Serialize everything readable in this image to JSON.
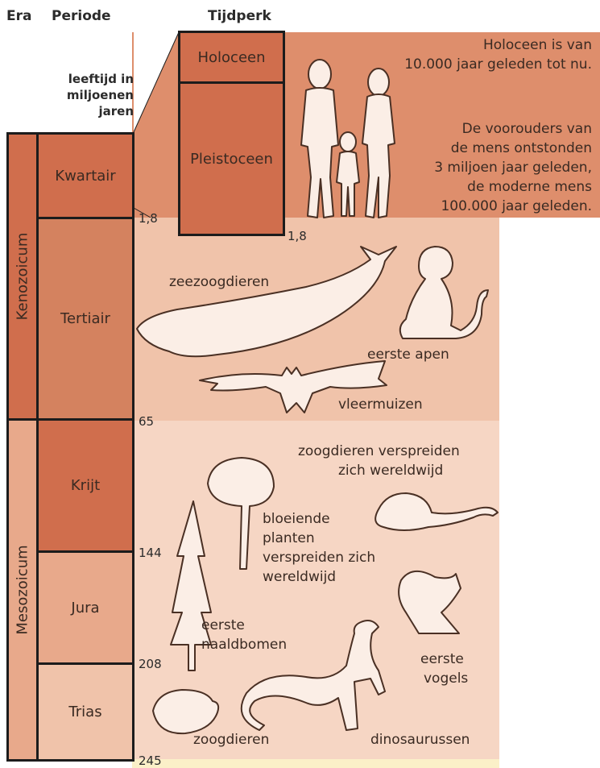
{
  "headers": {
    "era": "Era",
    "periode": "Periode",
    "tijdperk": "Tijdperk",
    "age_unit": "leeftijd in miljoenen jaren"
  },
  "eras": {
    "kenozoicum": "Kenozoicum",
    "mesozoicum": "Mesozoicum"
  },
  "periods": {
    "kwartair": "Kwartair",
    "tertiair": "Tertiair",
    "krijt": "Krijt",
    "jura": "Jura",
    "trias": "Trias"
  },
  "epochs": {
    "holoceen": "Holoceen",
    "pleistoceen": "Pleistoceen"
  },
  "ages": {
    "a1": "1,8",
    "a1b": "1,8",
    "a2": "65",
    "a3": "144",
    "a4": "208",
    "a5": "245"
  },
  "notes": {
    "holoceen_1": "Holoceen is van",
    "holoceen_2": "10.000 jaar geleden tot nu.",
    "mens_1": "De voorouders van",
    "mens_2": "de mens ontstonden",
    "mens_3": "3 miljoen jaar geleden,",
    "mens_4": "de moderne mens",
    "mens_5": "100.000 jaar geleden."
  },
  "labels": {
    "zeezoogdieren": "zeezoogdieren",
    "eerste_apen": "eerste apen",
    "vleermuizen": "vleermuizen",
    "zoog_spread_1": "zoogdieren verspreiden",
    "zoog_spread_2": "zich wereldwijd",
    "bloei_1": "bloeiende",
    "bloei_2": "planten",
    "bloei_3": "verspreiden zich",
    "bloei_4": "wereldwijd",
    "naald_1": "eerste",
    "naald_2": "naaldbomen",
    "vogels_1": "eerste",
    "vogels_2": "vogels",
    "zoogdieren": "zoogdieren",
    "dinosaurussen": "dinosaurussen"
  },
  "colors": {
    "era_fill": "#d4825f",
    "period_dark": "#d06e4d",
    "period_light": "#e8a98b",
    "band_orange": "#de8e6c",
    "band_tert": "#f0c3aa",
    "band_meso": "#f6d6c4",
    "outline": "#1c1c1c"
  }
}
